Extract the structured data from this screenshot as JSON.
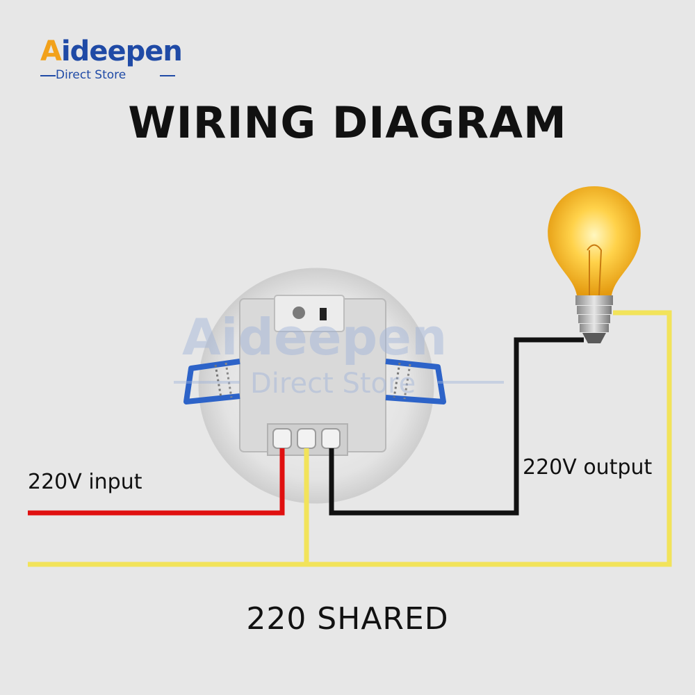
{
  "brand": {
    "name_prefix": "A",
    "name_rest": "ideepen",
    "tagline": "Direct Store"
  },
  "title": "WIRING DIAGRAM",
  "labels": {
    "input": "220V input",
    "output": "220V output",
    "shared": "220 SHARED"
  },
  "watermark": {
    "name": "Aideepen",
    "tagline": "Direct Store"
  },
  "colors": {
    "live": "#e01010",
    "neutral": "#f2e35a",
    "load": "#111111",
    "background": "#e7e7e7",
    "brand_blue": "#1f4aa6",
    "brand_orange": "#f2a11a",
    "clip_blue": "#2d63c8"
  }
}
